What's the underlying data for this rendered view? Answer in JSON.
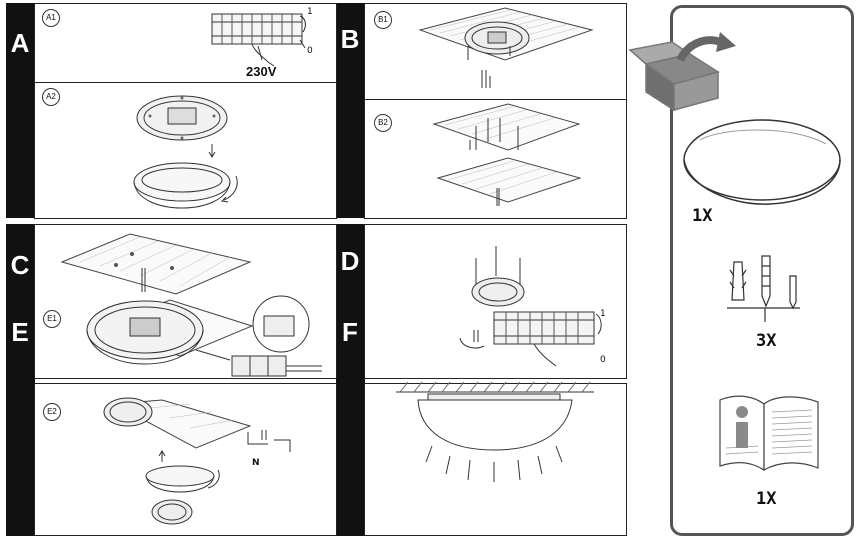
{
  "steps": {
    "A": "A",
    "B": "B",
    "C": "C",
    "D": "D",
    "E": "E",
    "F": "F"
  },
  "sub": {
    "A1": "A1",
    "A2": "A2",
    "B1": "B1",
    "B2": "B2",
    "E1": "E1",
    "E2": "E2"
  },
  "voltage": "230V",
  "switch_on": "1",
  "switch_off": "0",
  "switch_on_f": "1",
  "switch_off_f": "0",
  "neutral_label": "N",
  "contents": {
    "lamp_qty": "1X",
    "screws_qty": "3X",
    "manual_qty": "1X"
  }
}
